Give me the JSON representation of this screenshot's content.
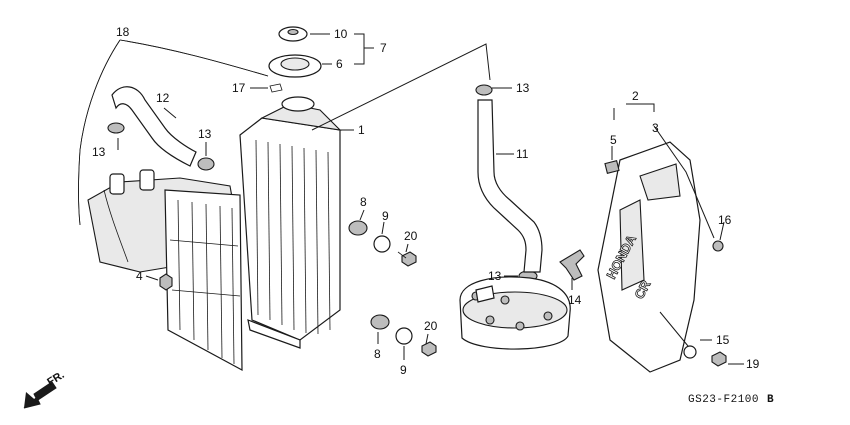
{
  "diagram": {
    "drawing_code": "GS23-F2100",
    "drawing_code_suffix": "B",
    "front_label": "FR.",
    "shroud_logo": "HONDA",
    "shroud_emblem": "CR"
  },
  "callouts": {
    "c1": "1",
    "c2": "2",
    "c3": "3",
    "c4": "4",
    "c5": "5",
    "c6": "6",
    "c7": "7",
    "c8a": "8",
    "c8b": "8",
    "c9a": "9",
    "c9b": "9",
    "c10": "10",
    "c11": "11",
    "c12": "12",
    "c13a": "13",
    "c13b": "13",
    "c13c": "13",
    "c13d": "13",
    "c14": "14",
    "c15": "15",
    "c16": "16",
    "c17": "17",
    "c18": "18",
    "c19": "19",
    "c20a": "20",
    "c20b": "20"
  },
  "colors": {
    "line": "#1a1a1a",
    "background": "#ffffff",
    "shade": "#e9e9e9"
  }
}
